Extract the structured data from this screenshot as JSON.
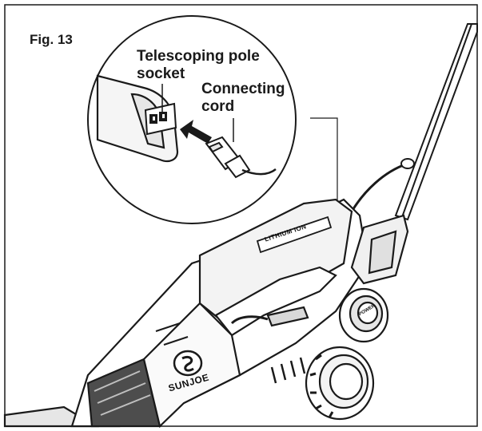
{
  "figure": {
    "label": "Fig. 13"
  },
  "callouts": {
    "socket_line1": "Telescoping pole",
    "socket_line2": "socket",
    "cord_line1": "Connecting",
    "cord_line2": "cord"
  },
  "product": {
    "brand": "SUNJOE",
    "battery_badge": "LITHIUM ION",
    "switch_badge": "POWER"
  },
  "colors": {
    "line": "#1a1a1a",
    "fill_light": "#ffffff",
    "fill_mid": "#e6e6e6",
    "fill_dark": "#bfbfbf"
  }
}
